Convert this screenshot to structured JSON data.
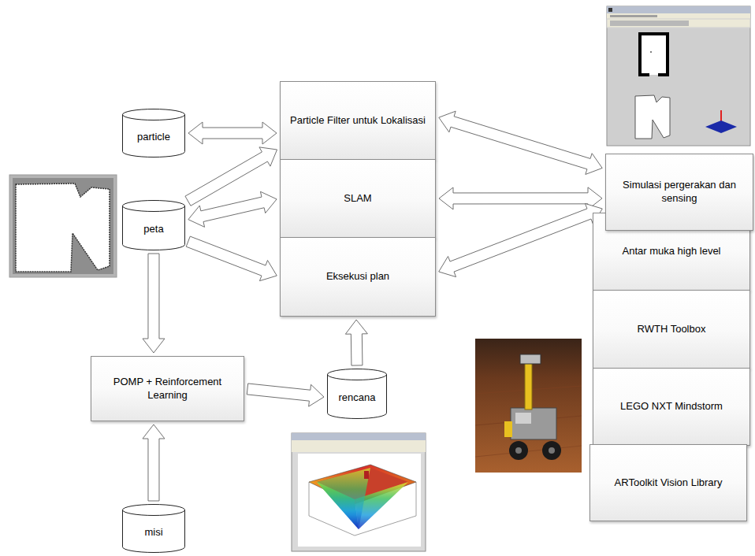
{
  "diagram": {
    "nodes": [
      {
        "text": [
          "particle"
        ]
      },
      {
        "text": [
          "Particle Filter untuk Lokalisasi"
        ]
      },
      {
        "text": [
          "SLAM"
        ]
      },
      {
        "text": [
          "Eksekusi plan"
        ]
      },
      {
        "text": [
          "peta"
        ]
      },
      {
        "text": [
          "Simulasi pergerakan dan sensing"
        ]
      },
      {
        "text": [
          "Antar muka high level"
        ]
      },
      {
        "text": [
          "RWTH Toolbox"
        ]
      },
      {
        "text": [
          "LEGO NXT Mindstorm"
        ]
      },
      {
        "text": [
          "ARToolkit Vision Library"
        ]
      },
      {
        "text": [
          "POMP + Reinforcement Learning"
        ]
      },
      {
        "text": [
          "rencana"
        ]
      },
      {
        "text": [
          "misi"
        ]
      }
    ],
    "edges": [
      {
        "from": 0,
        "to": 1,
        "arrow": "both"
      },
      {
        "from": 4,
        "to": 1,
        "arrow": "to"
      },
      {
        "from": 4,
        "to": 2,
        "arrow": "both"
      },
      {
        "from": 4,
        "to": 3,
        "arrow": "to"
      },
      {
        "from": 4,
        "to": 10,
        "arrow": "to"
      },
      {
        "from": 12,
        "to": 10,
        "arrow": "to"
      },
      {
        "from": 10,
        "to": 11,
        "arrow": "to"
      },
      {
        "from": 11,
        "to": 3,
        "arrow": "to"
      },
      {
        "from": 1,
        "to": 5,
        "arrow": "both"
      },
      {
        "from": 2,
        "to": 5,
        "arrow": "both"
      },
      {
        "from": 3,
        "to": 5,
        "arrow": "both"
      }
    ]
  }
}
